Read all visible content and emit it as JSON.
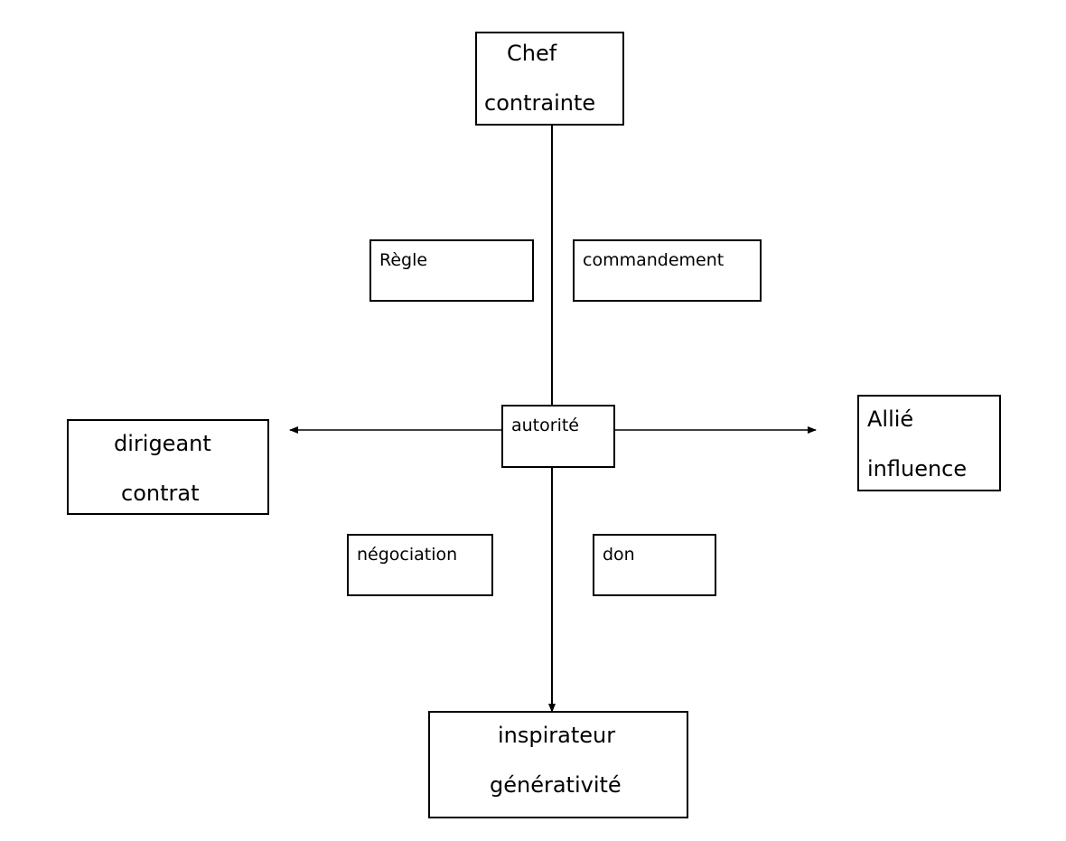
{
  "nodes": {
    "chef": {
      "line1": "Chef",
      "line2": "contrainte"
    },
    "dirigeant": {
      "line1": "dirigeant",
      "line2": "contrat"
    },
    "allie": {
      "line1": "Allié",
      "line2": "influence"
    },
    "inspirateur": {
      "line1": "inspirateur",
      "line2": "générativité"
    },
    "autorite": {
      "label": "autorité"
    },
    "regle": {
      "label": "Règle"
    },
    "commandement": {
      "label": "commandement"
    },
    "negociation": {
      "label": "négociation"
    },
    "don": {
      "label": "don"
    }
  },
  "colors": {
    "stroke": "#000000",
    "background": "#ffffff"
  }
}
